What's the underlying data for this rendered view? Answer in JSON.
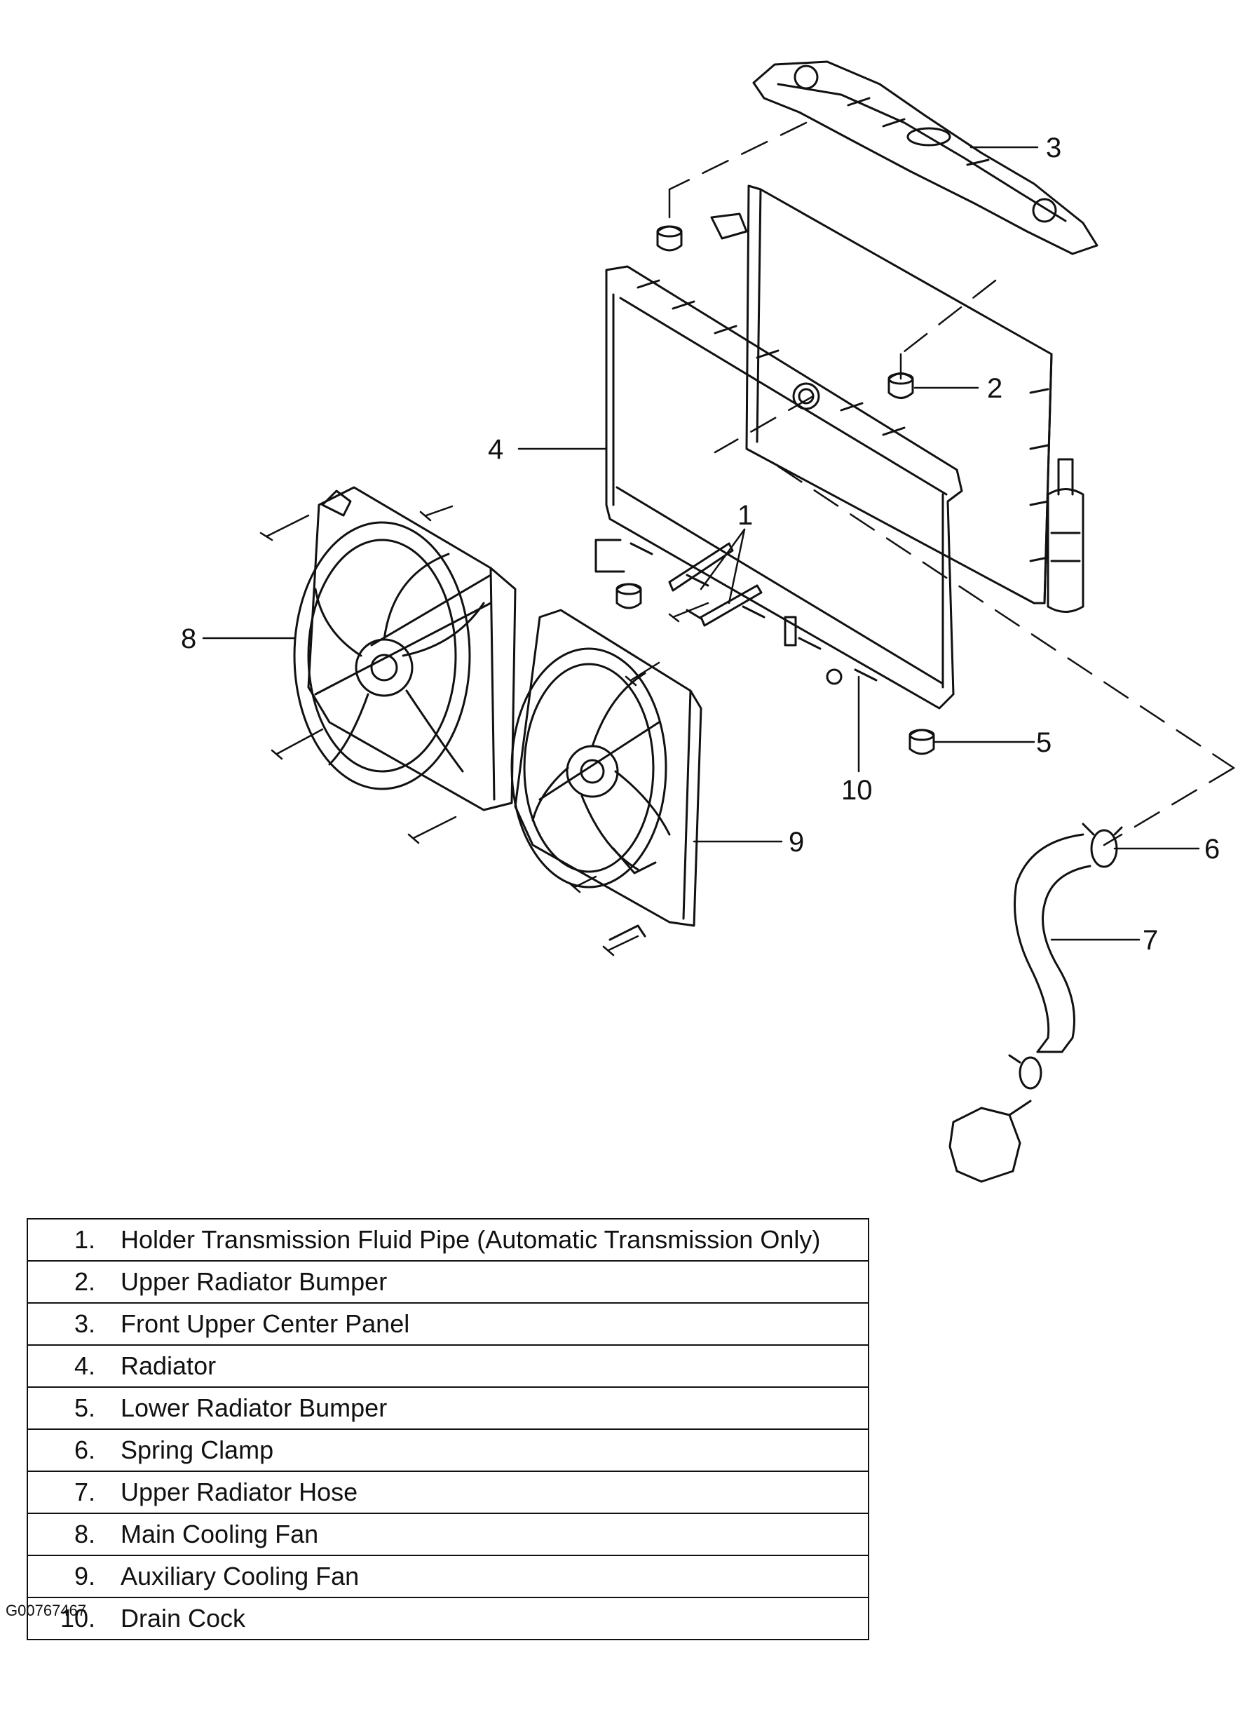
{
  "callouts": [
    "1",
    "2",
    "3",
    "4",
    "5",
    "6",
    "7",
    "8",
    "9",
    "10"
  ],
  "legend": [
    {
      "num": "1.",
      "label": "Holder Transmission Fluid Pipe (Automatic Transmission Only)"
    },
    {
      "num": "2.",
      "label": "Upper Radiator Bumper"
    },
    {
      "num": "3.",
      "label": "Front Upper Center Panel"
    },
    {
      "num": "4.",
      "label": "Radiator"
    },
    {
      "num": "5.",
      "label": "Lower Radiator Bumper"
    },
    {
      "num": "6.",
      "label": "Spring Clamp"
    },
    {
      "num": "7.",
      "label": "Upper Radiator Hose"
    },
    {
      "num": "8.",
      "label": "Main Cooling Fan"
    },
    {
      "num": "9.",
      "label": "Auxiliary Cooling Fan"
    },
    {
      "num": "10.",
      "label": "Drain Cock"
    }
  ],
  "figure_id": "G00767467"
}
